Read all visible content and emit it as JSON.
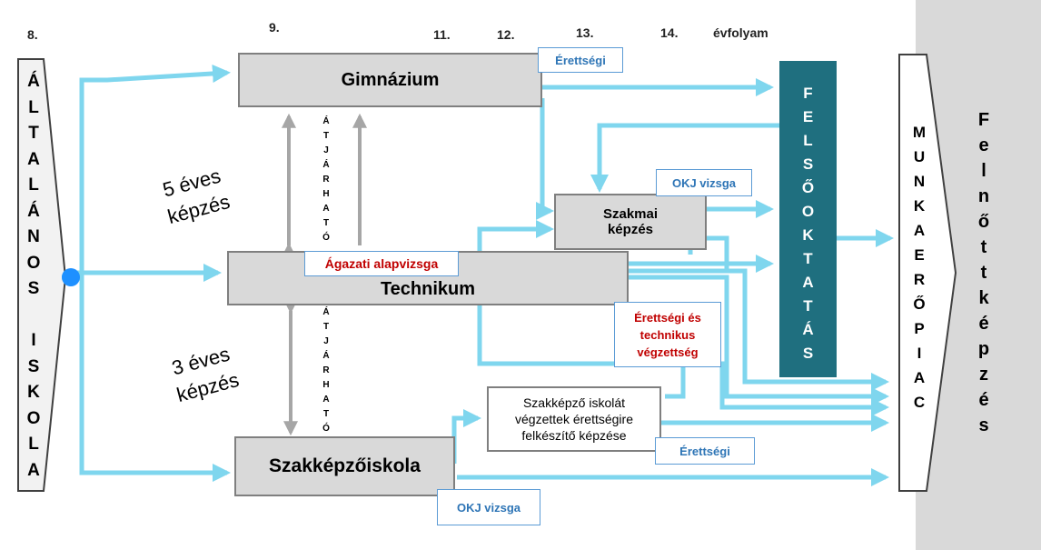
{
  "grades": {
    "g8": "8.",
    "g9": "9.",
    "g11": "11.",
    "g12": "12.",
    "g13": "13.",
    "g14": "14.",
    "evfolyam": "évfolyam"
  },
  "left_column": [
    "Á",
    "L",
    "T",
    "A",
    "L",
    "Á",
    "N",
    "O",
    "S",
    " ",
    "I",
    "S",
    "K",
    "O",
    "L",
    "A"
  ],
  "boxes": {
    "gimnazium": "Gimnázium",
    "technikum": "Technikum",
    "szakkepzo_iskola": "Szakképzőiskola",
    "szakmai_kepzes_line1": "Szakmai",
    "szakmai_kepzes_line2": "képzés",
    "erettsegire_line1": "Szakképző iskolát",
    "erettsegire_line2": "végzettek érettségire",
    "erettsegire_line3": "felkészítő képzése"
  },
  "labels": {
    "erettsegi_top": "Érettségi",
    "okj_top": "OKJ vizsga",
    "agazati": "Ágazati alapvizsga",
    "erettsegi_techn_line1": "Érettségi és",
    "erettsegi_techn_line2": "technikus",
    "erettsegi_techn_line3": "végzettség",
    "erettsegi_bottom": "Érettségi",
    "okj_bottom": "OKJ vizsga"
  },
  "notes": {
    "five_years_line1": "5 éves",
    "five_years_line2": "képzés",
    "three_years_line1": "3 éves",
    "three_years_line2": "képzés"
  },
  "atjarhato": [
    "Á",
    "T",
    "J",
    "Á",
    "R",
    "H",
    "A",
    "T",
    "Ó"
  ],
  "felsooktatas": [
    "F",
    "E",
    "L",
    "S",
    "Ő",
    "O",
    "K",
    "T",
    "A",
    "T",
    "Á",
    "S"
  ],
  "munkaeropiac": [
    "M",
    "U",
    "N",
    "K",
    "A",
    "E",
    "R",
    "Ő",
    "P",
    "I",
    "A",
    "C"
  ],
  "felnottkepzes": [
    "F",
    "e",
    "l",
    "n",
    "ő",
    "t",
    "t",
    "k",
    "é",
    "p",
    "z",
    "é",
    "s"
  ],
  "colors": {
    "arrow": "#7fd6ee",
    "box_fill": "#d9d9d9",
    "box_border": "#7f7f7f",
    "felso_fill": "#1f6f7f",
    "right_panel": "#d9d9d9",
    "label_blue": "#2e75b6",
    "label_red": "#c00000",
    "dot": "#1e90ff"
  }
}
